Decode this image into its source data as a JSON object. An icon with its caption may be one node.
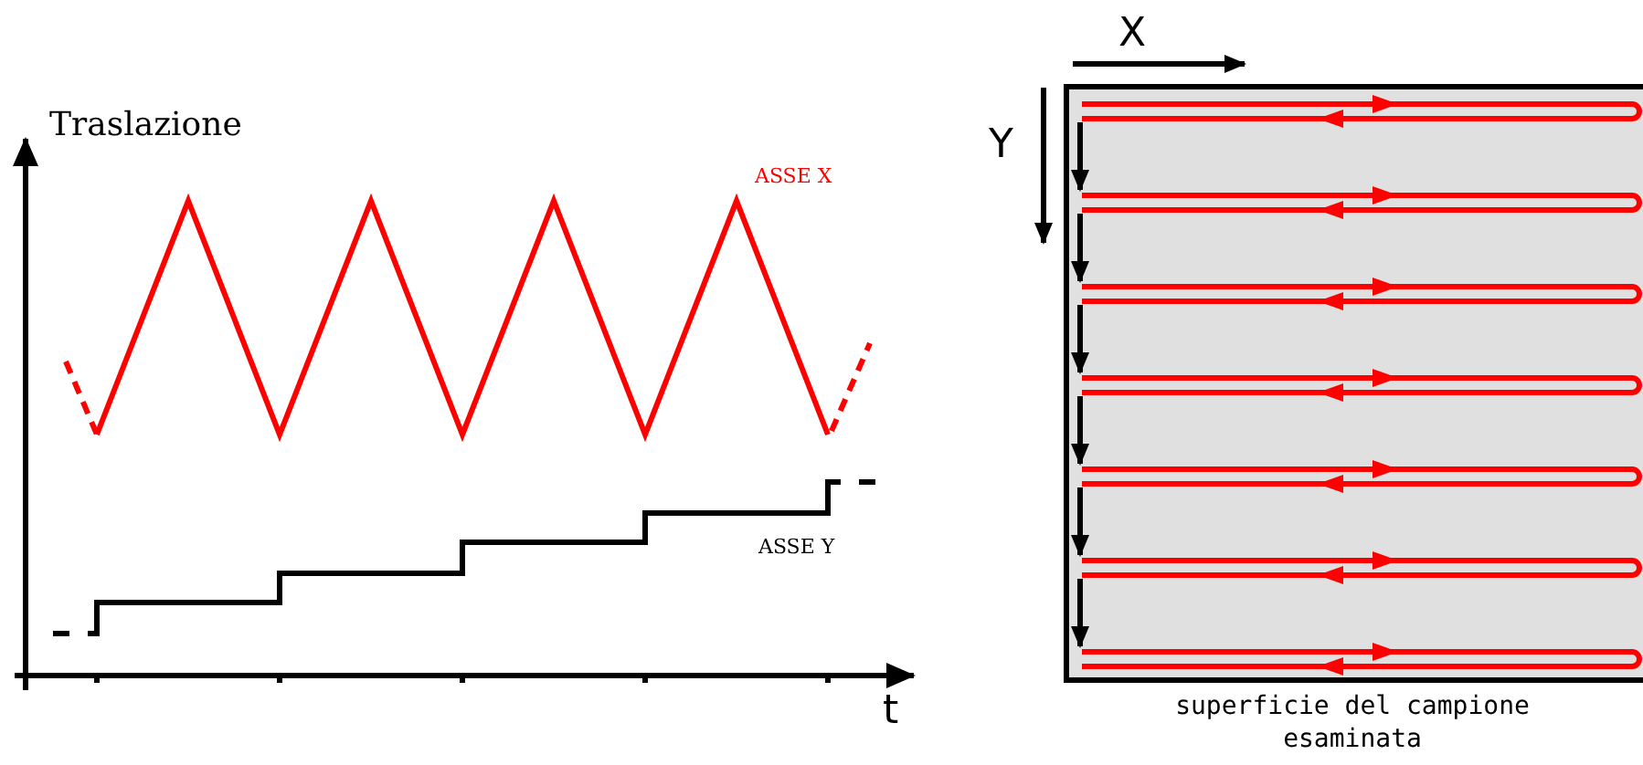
{
  "diagram": {
    "labels": [
      "Traslazione",
      "ASSE X",
      "ASSE Y",
      "t",
      "X",
      "Y",
      "superficie del campione esaminata"
    ]
  }
}
